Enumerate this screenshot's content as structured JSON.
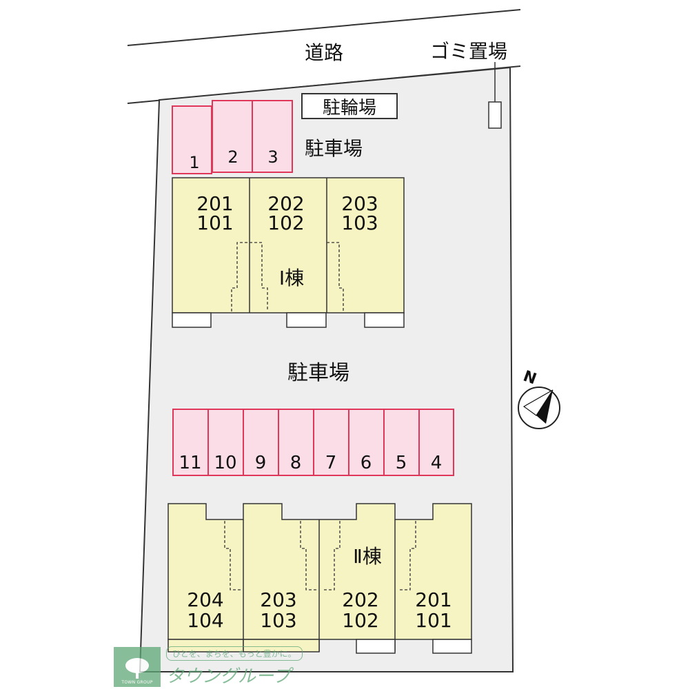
{
  "map": {
    "road_label": "道路",
    "garbage_label": "ゴミ置場",
    "bicycle_parking_label": "駐輪場",
    "parking_label_top": "駐車場",
    "parking_label_middle": "駐車場",
    "building1_label": "Ⅰ棟",
    "building2_label": "Ⅱ棟",
    "north_label": "N",
    "top_parking_spaces": [
      "1",
      "2",
      "3"
    ],
    "middle_parking_spaces": [
      "11",
      "10",
      "9",
      "8",
      "7",
      "6",
      "5",
      "4"
    ],
    "building1_units": [
      {
        "upper": "201",
        "lower": "101"
      },
      {
        "upper": "202",
        "lower": "102"
      },
      {
        "upper": "203",
        "lower": "103"
      }
    ],
    "building2_units": [
      {
        "upper": "204",
        "lower": "104"
      },
      {
        "upper": "203",
        "lower": "103"
      },
      {
        "upper": "202",
        "lower": "102"
      },
      {
        "upper": "201",
        "lower": "101"
      }
    ]
  },
  "logo": {
    "caption": "TOWN GROUP",
    "tagline": "ひとを、まちを、もっと豊かに。",
    "name": "タウングループ"
  },
  "colors": {
    "lot": "#eeeeef",
    "building": "#f7f4c4",
    "parking_fill": "#fbdde8",
    "parking_line": "#e0365a",
    "logo_green": "#5fa877"
  }
}
